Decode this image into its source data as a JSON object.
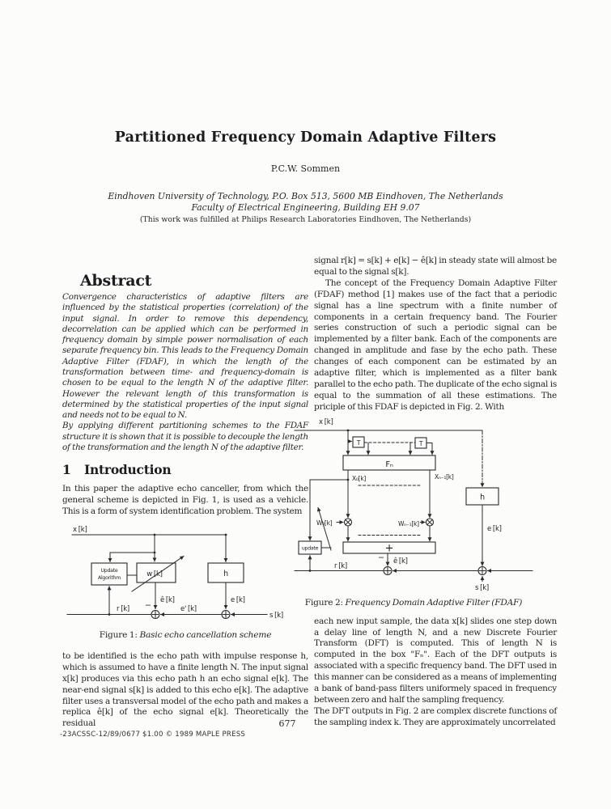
{
  "header": {
    "title": "Partitioned Frequency Domain Adaptive Filters",
    "author": "P.C.W. Sommen",
    "affiliation_line1": "Eindhoven University of Technology, P.O. Box 513, 5600 MB Eindhoven, The Netherlands",
    "affiliation_line2": "Faculty of Electrical Engineering, Building EH 9.07",
    "affiliation_note": "(This work was fulfilled at Philips Research Laboratories Eindhoven, The Netherlands)"
  },
  "abstract": {
    "heading": "Abstract",
    "para1": "Convergence characteristics of adaptive filters are influenced by the statistical properties (correlation) of the input signal. In order to remove this dependency, decorrelation can be applied which can be performed in frequency domain by simple power normalisation of each separate frequency bin. This leads to the Frequency Domain Adaptive Filter (FDAF), in which the length of the transformation between time- and frequency-domain is chosen to be equal to the length N of the adaptive filter. However the relevant length of this transformation is determined by the statistical properties of the input signal and needs not to be equal to N.",
    "para2": "By applying different partitioning schemes to the FDAF structure it is shown that it is possible to decouple the length of the transformation and the length N of the adaptive filter."
  },
  "introduction": {
    "number": "1",
    "heading": "Introduction",
    "para": "In this paper the adaptive echo canceller, from which the general scheme is depicted in Fig. 1, is used as a vehicle. This is a form of system identification problem. The system"
  },
  "left_column": {
    "para_after_figure1": "to be identified is the echo path with impulse response h, which is assumed to have a finite length N. The input signal x[k] produces via this echo path h an echo signal e[k]. The near-end signal s[k] is added to this echo e[k]. The adaptive filter uses a transversal model of the echo path and makes a replica ê[k] of the echo signal e[k]. Theoretically the residual"
  },
  "right_column": {
    "para1": "signal r[k] = s[k] + e[k] − ê[k] in steady state will almost be equal to the signal s[k].",
    "para2": "The concept of the Frequency Domain Adaptive Filter (FDAF) method [1] makes use of the fact that a periodic signal has a line spectrum with a finite number of components in a certain frequency band. The Fourier series construction of such a periodic signal can be implemented by a filter bank. Each of the components are changed in amplitude and fase by the echo path. These changes of each component can be estimated by an adaptive filter, which is implemented as a filter bank parallel to the echo path. The duplicate of the echo signal is equal to the summation of all these estimations. The priciple of this FDAF is depicted in Fig. 2. With",
    "para3": "each new input sample, the data x[k] slides one step down a delay line of length N, and a new Discrete Fourier Transform (DFT) is computed. This of length N is computed in the box \"Fₙ\". Each of the DFT outputs is associated with a specific frequency band. The DFT used in this manner can be considered as a means of implementing a bank of band-pass filters uniformely spaced in frequency between zero and half the sampling frequency.",
    "para4": "The DFT outputs in Fig. 2 are complex discrete functions of the sampling index k. They are approximately uncorrelated"
  },
  "figure1": {
    "caption_prefix": "Figure 1:",
    "caption_text": "Basic echo cancellation scheme",
    "labels": {
      "x_input": "x [k]",
      "update_line1": "Update",
      "update_line2": "Algorithm",
      "adaptive_filter": "w [k]",
      "echo_path": "h",
      "echo_estimate": "ê [k]",
      "minus": "−",
      "echo": "e [k]",
      "error": "e' [k]",
      "residual": "r [k]",
      "near_end": "s [k]"
    }
  },
  "figure2": {
    "caption_prefix": "Figure 2:",
    "caption_text": "Frequency Domain Adaptive Filter (FDAF)",
    "labels": {
      "x_input": "x [k]",
      "delay1": "T",
      "delay2": "T",
      "dft": "Fₙ",
      "bin_first": "X₀[k]",
      "bin_last": "Xₙ₋₁[k]",
      "weight_first": "W₀[k]",
      "weight_last": "Wₙ₋₁[k]",
      "update": "update",
      "sum": "+",
      "residual": "r [k]",
      "echo_estimate": "ê [k]",
      "minus": "−",
      "echo_path": "h",
      "echo": "e [k]",
      "near_end": "s [k]"
    }
  },
  "footer": {
    "page_number": "677",
    "copyright": "-23ACSSC-12/89/0677 $1.00 © 1989 MAPLE PRESS"
  }
}
